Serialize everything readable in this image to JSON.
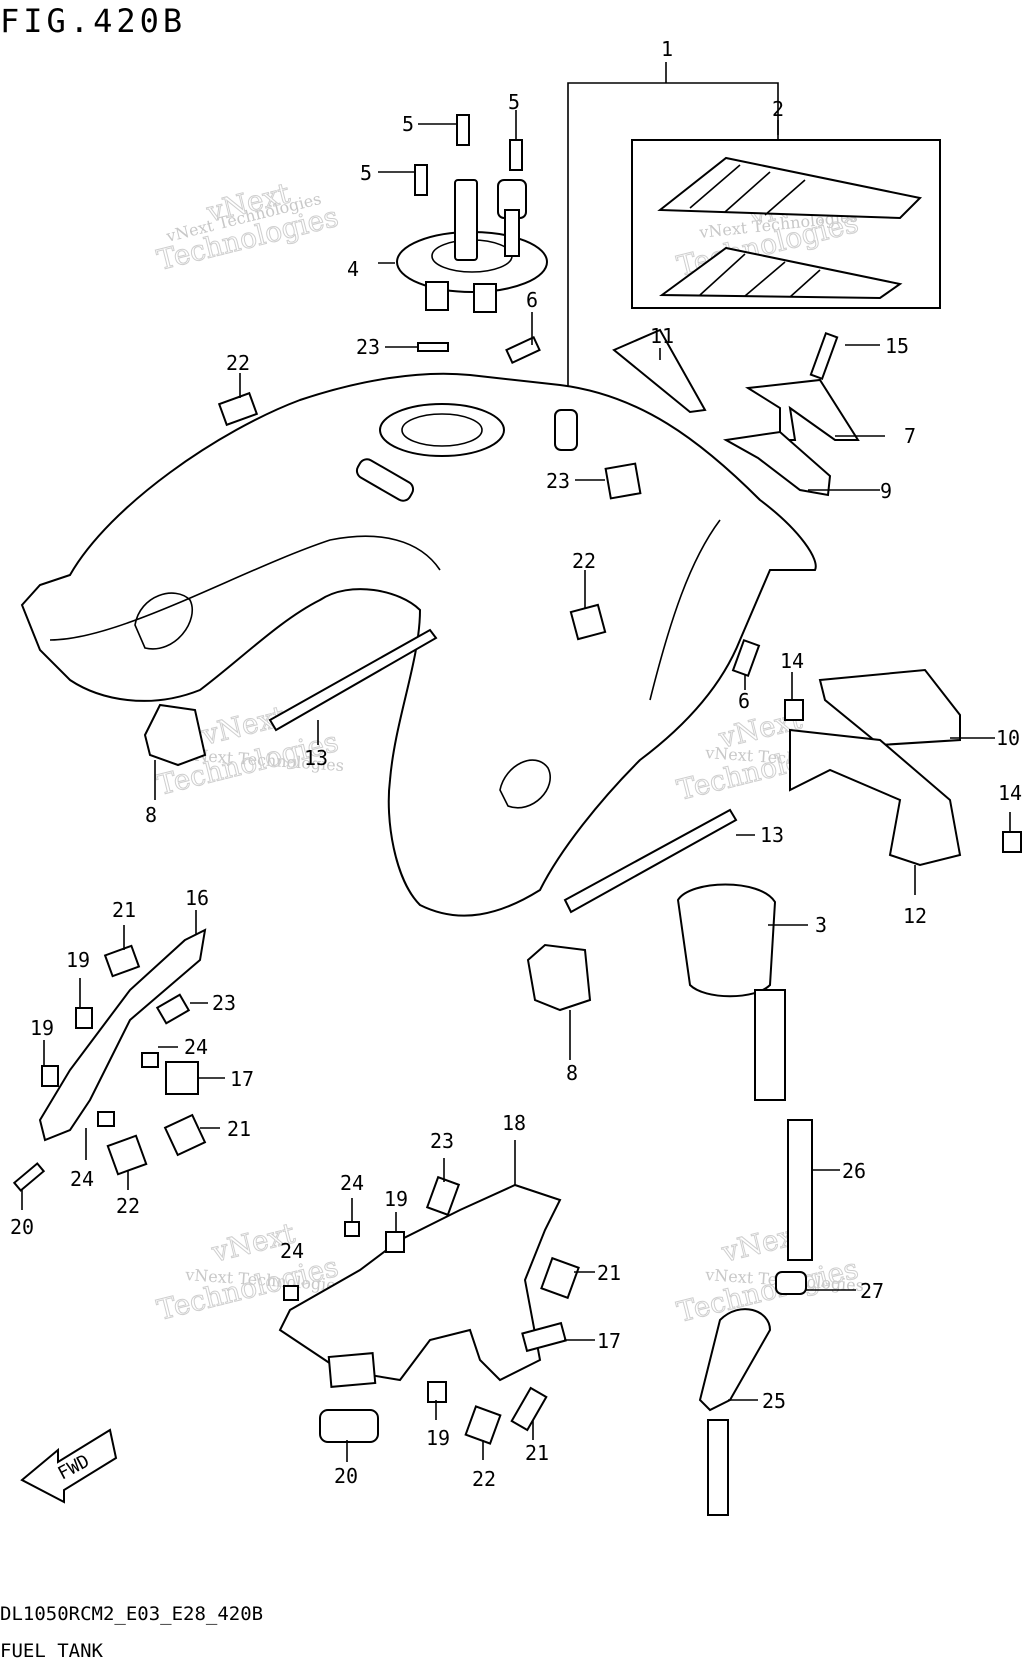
{
  "figure_title": "FIG.420B",
  "footer_code": "DL1050RCM2_E03_E28_420B",
  "footer_title": "FUEL TANK",
  "watermark_line1": "vNext Technologies",
  "watermark_line2": "Technologies",
  "watermark_line3": "vNext",
  "fwd_label": "FWD",
  "callouts": {
    "c1": "1",
    "c2": "2",
    "c3": "3",
    "c4": "4",
    "c5a": "5",
    "c5b": "5",
    "c5c": "5",
    "c6a": "6",
    "c6b": "6",
    "c7": "7",
    "c8a": "8",
    "c8b": "8",
    "c9": "9",
    "c10": "10",
    "c11": "11",
    "c12": "12",
    "c13a": "13",
    "c13b": "13",
    "c14a": "14",
    "c14b": "14",
    "c15": "15",
    "c16": "16",
    "c17a": "17",
    "c17b": "17",
    "c18": "18",
    "c19a": "19",
    "c19b": "19",
    "c19c": "19",
    "c19d": "19",
    "c20a": "20",
    "c20b": "20",
    "c21a": "21",
    "c21b": "21",
    "c21c": "21",
    "c21d": "21",
    "c22a": "22",
    "c22b": "22",
    "c22c": "22",
    "c22d": "22",
    "c23a": "23",
    "c23b": "23",
    "c23c": "23",
    "c23d": "23",
    "c24a": "24",
    "c24b": "24",
    "c24c": "24",
    "c24d": "24",
    "c25": "25",
    "c26": "26",
    "c27": "27"
  }
}
